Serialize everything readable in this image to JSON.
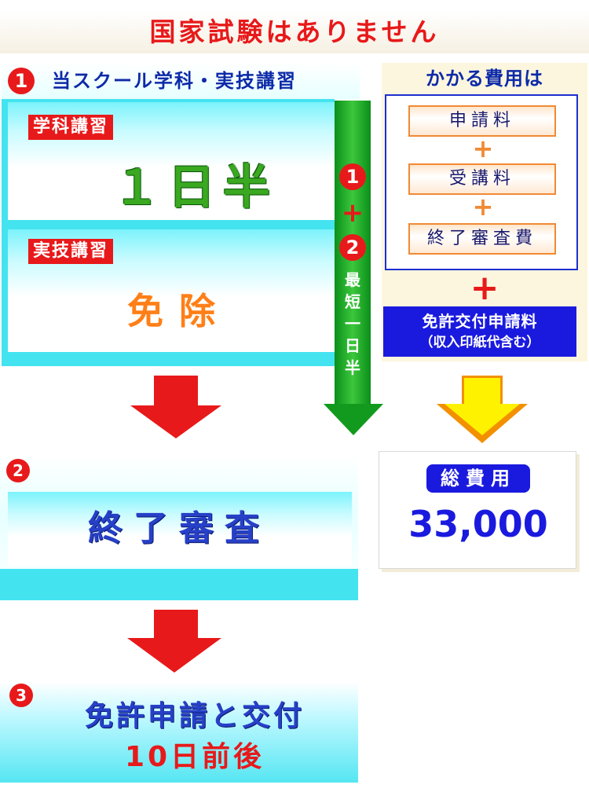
{
  "header": {
    "title": "国家試験はありません"
  },
  "step1": {
    "number": "1",
    "title": "当スクール学科・実技講習",
    "academic": {
      "label": "学科講習",
      "value": "１日半"
    },
    "practical": {
      "label": "実技講習",
      "value": "免除"
    }
  },
  "timeline": {
    "badge1": "1",
    "plus": "+",
    "badge2": "2",
    "text": "最短一日半"
  },
  "costs": {
    "title": "かかる費用は",
    "items": [
      "申請料",
      "受講料",
      "終了審査費"
    ],
    "item_plus": "+",
    "big_plus": "+",
    "license_fee": "免許交付申請料",
    "license_note": "（収入印紙代含む）"
  },
  "total": {
    "label": "総費用",
    "value": "33,000"
  },
  "step2": {
    "number": "2",
    "title": "終了審査"
  },
  "step3": {
    "number": "3",
    "line1": "免許申請と交付",
    "line2": "10日前後"
  },
  "colors": {
    "red": "#e8191a",
    "navy": "#0d2aa8",
    "blue": "#1a1adf",
    "cyan": "#44e3f0",
    "green": "#3aa820",
    "orange": "#ff7f17",
    "yellow": "#fff200"
  }
}
